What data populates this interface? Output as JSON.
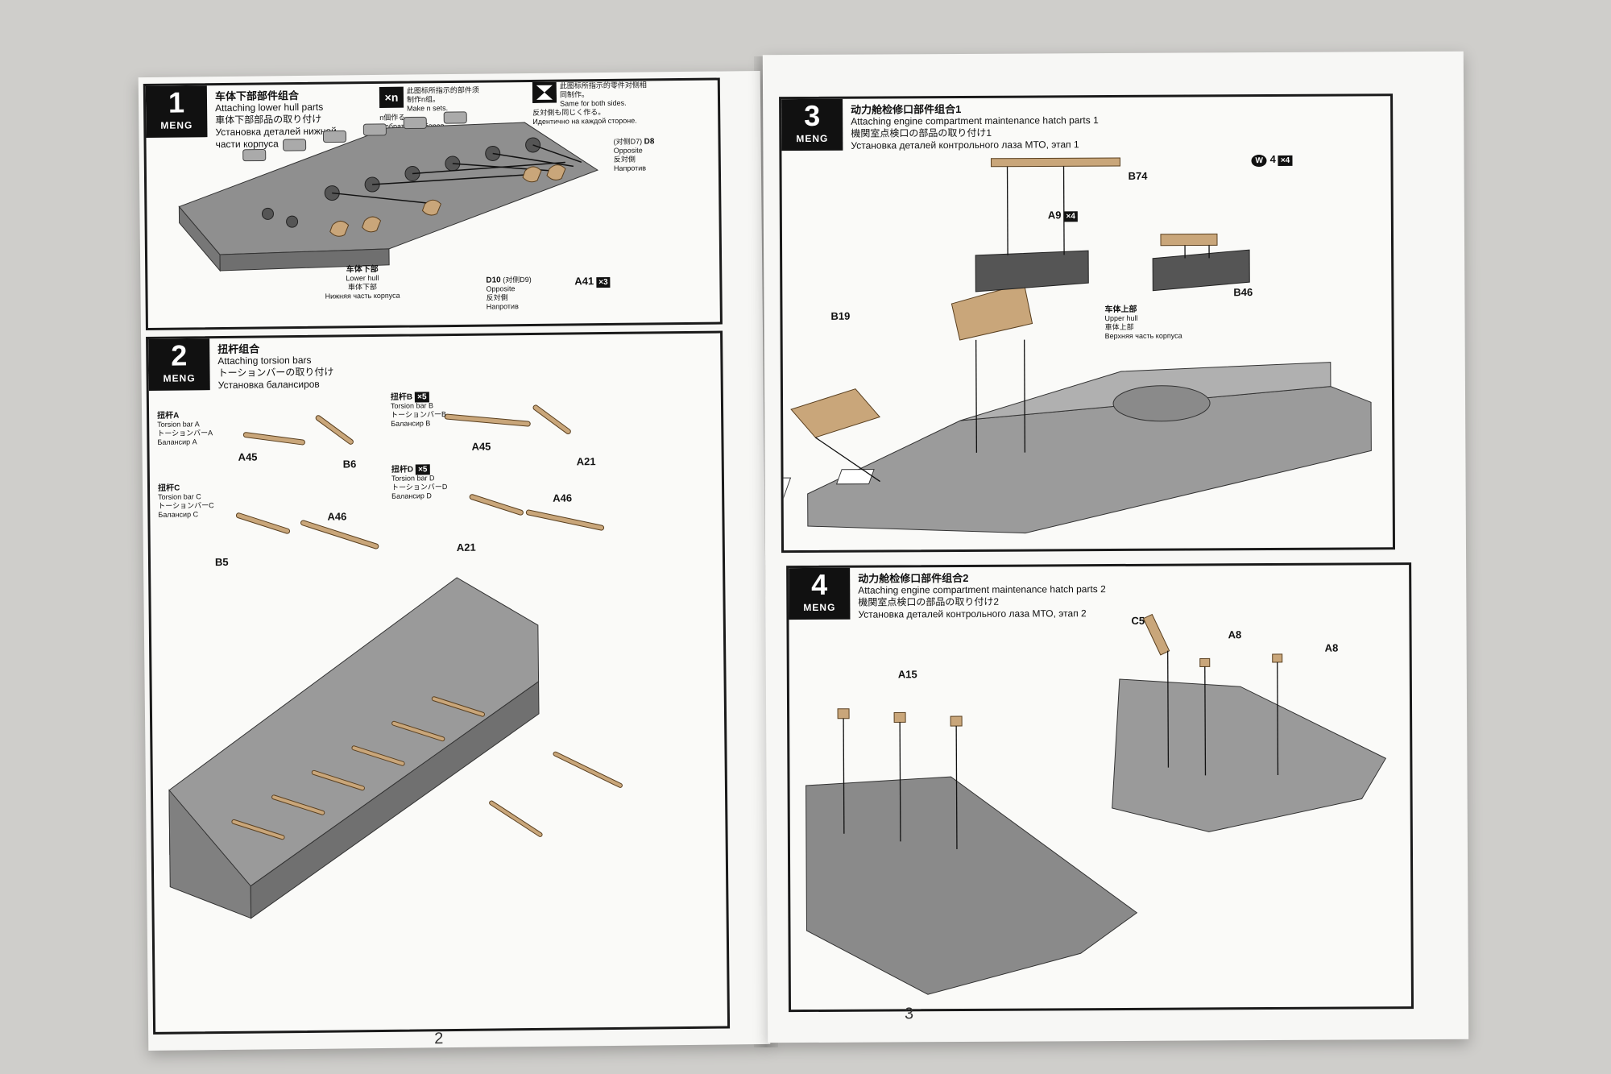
{
  "left_page": {
    "page_number": "2",
    "step1": {
      "number": "1",
      "brand": "MENG",
      "title_cn": "车体下部部件组合",
      "title_en": "Attaching lower hull parts",
      "title_jp": "車体下部部品の取り付け",
      "title_ru": "Установка деталей нижней части корпуса",
      "note_make": {
        "icon": "×n",
        "cn": "此图标所指示的部件须制作n组。",
        "en": "Make n sets.",
        "jp": "n個作る。",
        "ru": "Собрать n наборов."
      },
      "note_same": {
        "cn": "此图标所指示的零件对侧相同制作。",
        "en": "Same for both sides.",
        "jp": "反対側も同じく作る。",
        "ru": "Идентично на каждой стороне."
      },
      "lower_hull": {
        "cn": "车体下部",
        "en": "Lower hull",
        "jp": "車体下部",
        "ru": "Нижняя часть корпуса"
      },
      "d8": {
        "name": "D8",
        "cn": "(对侧D7)",
        "en": "Opposite",
        "jp": "反対側",
        "ru": "Напротив"
      },
      "d10": {
        "name": "D10",
        "cn": "(对侧D9)",
        "en": "Opposite",
        "jp": "反対側",
        "ru": "Напротив"
      },
      "a41": {
        "name": "A41",
        "count": "×3"
      }
    },
    "step2": {
      "number": "2",
      "brand": "MENG",
      "title_cn": "扭杆组合",
      "title_en": "Attaching torsion bars",
      "title_jp": "トーションバーの取り付け",
      "title_ru": "Установка балансиров",
      "torsion_a": {
        "cn": "扭杆A",
        "en": "Torsion bar A",
        "jp": "トーションバーA",
        "ru": "Балансир A"
      },
      "torsion_b": {
        "cn": "扭杆B",
        "en": "Torsion bar B",
        "jp": "トーションバーB",
        "ru": "Балансир B",
        "count": "×5"
      },
      "torsion_c": {
        "cn": "扭杆C",
        "en": "Torsion bar C",
        "jp": "トーションバーC",
        "ru": "Балансир C"
      },
      "torsion_d": {
        "cn": "扭杆D",
        "en": "Torsion bar D",
        "jp": "トーションバーD",
        "ru": "Балансир D",
        "count": "×5"
      },
      "parts": [
        "A45",
        "B6",
        "A45",
        "A21",
        "A46",
        "B5",
        "A46",
        "A21"
      ]
    }
  },
  "right_page": {
    "page_number": "3",
    "step3": {
      "number": "3",
      "brand": "MENG",
      "title_cn": "动力舱检修口部件组合1",
      "title_en": "Attaching engine compartment maintenance hatch parts 1",
      "title_jp": "機関室点検口の部品の取り付け1",
      "title_ru": "Установка деталей контрольного лаза МТО, этап 1",
      "upper_hull": {
        "cn": "车体上部",
        "en": "Upper hull",
        "jp": "車体上部",
        "ru": "Верхняя часть корпуса"
      },
      "parts": {
        "b74": "B74",
        "a9": "A9",
        "a9_count": "×4",
        "w": "W",
        "w_num": "4",
        "w_count": "×4",
        "b46": "B46",
        "b19": "B19"
      }
    },
    "step4": {
      "number": "4",
      "brand": "MENG",
      "title_cn": "动力舱检修口部件组合2",
      "title_en": "Attaching engine compartment maintenance hatch parts 2",
      "title_jp": "機関室点検口の部品の取り付け2",
      "title_ru": "Установка деталей контрольного лаза МТО, этап 2",
      "parts": {
        "c5": "C5",
        "a8a": "A8",
        "a8b": "A8",
        "a15": "A15"
      }
    }
  },
  "colors": {
    "hull": "#8e8e8e",
    "part": "#c9a67a",
    "frame": "#1a1a1a",
    "paper": "#f7f7f5"
  }
}
